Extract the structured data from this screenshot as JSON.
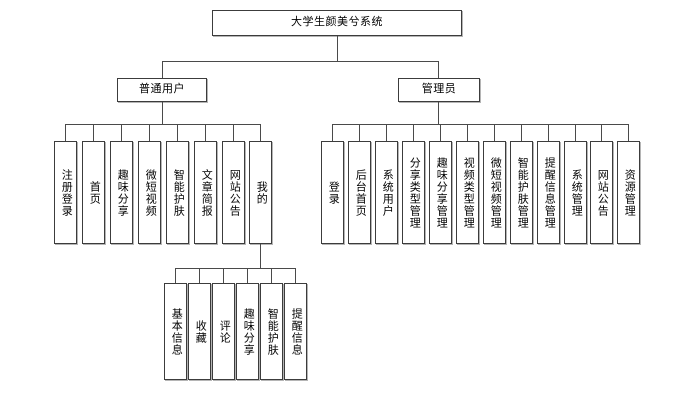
{
  "diagram": {
    "title": "大学生颜美兮系统",
    "type": "tree-hierarchy",
    "root": {
      "label": "大学生颜美兮系统"
    },
    "branches": [
      {
        "id": "user",
        "label": "普通用户",
        "children": [
          {
            "label": "注册登录"
          },
          {
            "label": "首页"
          },
          {
            "label": "趣味分享"
          },
          {
            "label": "微短视频"
          },
          {
            "label": "智能护肤"
          },
          {
            "label": "文章简报"
          },
          {
            "label": "网站公告"
          },
          {
            "label": "我的"
          }
        ],
        "sub_branch": {
          "parent": "我的",
          "children": [
            {
              "label": "基本信息"
            },
            {
              "label": "收藏"
            },
            {
              "label": "评论"
            },
            {
              "label": "趣味分享"
            },
            {
              "label": "智能护肤"
            },
            {
              "label": "提醒信息"
            }
          ]
        }
      },
      {
        "id": "admin",
        "label": "管理员",
        "children": [
          {
            "label": "登录"
          },
          {
            "label": "后台首页"
          },
          {
            "label": "系统用户"
          },
          {
            "label": "分享类型管理"
          },
          {
            "label": "趣味分享管理"
          },
          {
            "label": "视频类型管理"
          },
          {
            "label": "微短视频管理"
          },
          {
            "label": "智能护肤管理"
          },
          {
            "label": "提醒信息管理"
          },
          {
            "label": "系统管理"
          },
          {
            "label": "网站公告"
          },
          {
            "label": "资源管理"
          }
        ]
      }
    ],
    "colors": {
      "background": "#ffffff",
      "box_border": "#3c3c3c",
      "box_fill": "#ffffff",
      "line": "#4a4a4a",
      "text": "#000000",
      "shadow": "#787878"
    }
  }
}
